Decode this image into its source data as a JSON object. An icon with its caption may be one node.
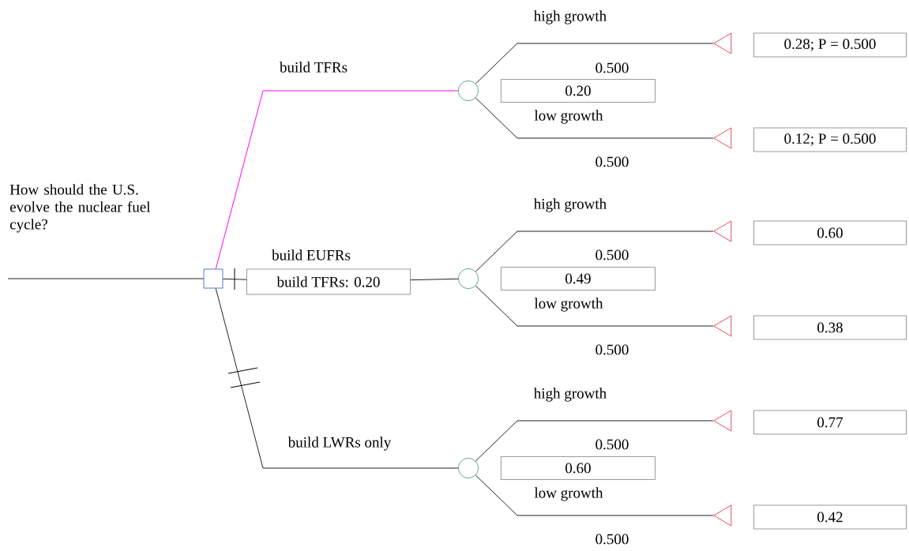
{
  "diagram": {
    "nodes": [
      {
        "text": [],
        "shape": "box"
      },
      {
        "text": [
          "build TFRs: 0.20"
        ]
      },
      {
        "text": [],
        "shape": "circle"
      },
      {
        "text": [
          "0.20"
        ]
      },
      {
        "text": [],
        "shape": "triangle"
      },
      {
        "text": [
          "0.28; P = 0.500"
        ]
      },
      {
        "text": [],
        "shape": "triangle"
      },
      {
        "text": [
          "0.12; P = 0.500"
        ]
      },
      {
        "text": [],
        "shape": "circle"
      },
      {
        "text": [
          "0.49"
        ]
      },
      {
        "text": [],
        "shape": "triangle"
      },
      {
        "text": [
          "0.60"
        ]
      },
      {
        "text": [],
        "shape": "triangle"
      },
      {
        "text": [
          "0.38"
        ]
      },
      {
        "text": [],
        "shape": "circle"
      },
      {
        "text": [
          "0.60"
        ]
      },
      {
        "text": [],
        "shape": "triangle"
      },
      {
        "text": [
          "0.77"
        ]
      },
      {
        "text": [],
        "shape": "triangle"
      },
      {
        "text": [
          "0.42"
        ]
      }
    ],
    "edges": [
      {
        "from": null,
        "to": 0,
        "arrow": "none"
      },
      {
        "from": 0,
        "to": 2,
        "arrow": "none",
        "label": "build TFRs",
        "color": "#ff00ff"
      },
      {
        "from": 0,
        "to": 1,
        "arrow": "none",
        "label": "build EUFRs"
      },
      {
        "from": 1,
        "to": 8,
        "arrow": "none"
      },
      {
        "from": 0,
        "to": 14,
        "arrow": "none",
        "label": "build LWRs only"
      },
      {
        "from": 2,
        "to": 4,
        "arrow": "none",
        "label": "high growth"
      },
      {
        "from": 2,
        "to": 6,
        "arrow": "none",
        "label": "low growth"
      },
      {
        "from": 8,
        "to": 10,
        "arrow": "none",
        "label": "high growth"
      },
      {
        "from": 8,
        "to": 12,
        "arrow": "none",
        "label": "low growth"
      },
      {
        "from": 14,
        "to": 16,
        "arrow": "none",
        "label": "high growth"
      },
      {
        "from": 14,
        "to": 18,
        "arrow": "none",
        "label": "low growth"
      }
    ],
    "labels": [
      "0.500",
      "0.500",
      "How should the U.S. evolve the nuclear fuel cycle?",
      "0.500",
      "0.500",
      "0.500",
      "0.500"
    ]
  }
}
